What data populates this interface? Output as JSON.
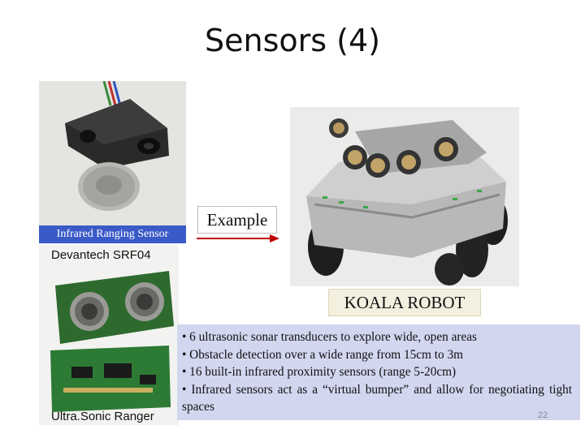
{
  "slide": {
    "title": "Sensors (4)",
    "page_number": "22"
  },
  "left_panel": {
    "ir_caption": "Infrared Ranging Sensor",
    "devantech_label": "Devantech SRF04",
    "ultrasonic_label": "Ultra.Sonic Ranger"
  },
  "center": {
    "example_label": "Example"
  },
  "robot": {
    "label": "KOALA ROBOT"
  },
  "description": {
    "bullets": [
      "• 6 ultrasonic sonar transducers to explore wide, open areas",
      "• Obstacle detection over a wide range from 15cm to 3m",
      "• 16 built-in infrared  proximity sensors (range 5-20cm)",
      "• Infrared    sensors   act   as   a  “virtual  bumper”  and  allow  for negotiating tight  spaces"
    ]
  },
  "colors": {
    "caption_bg": "#3a5ac8",
    "desc_bg": "#d2d6ef",
    "arrow": "#c00000",
    "koala_bg": "#f4f0e0"
  }
}
